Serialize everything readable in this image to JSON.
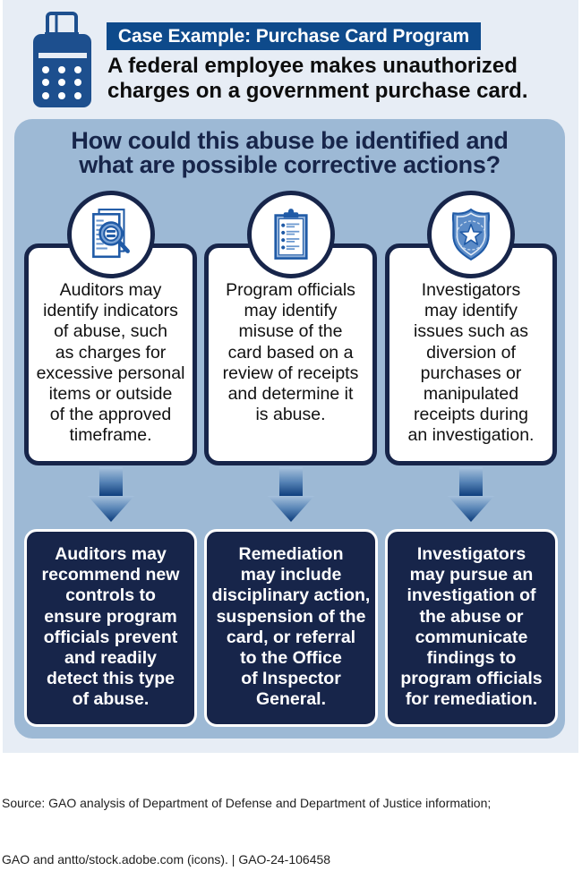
{
  "theme": {
    "outer_bg": "#e7edf5",
    "panel": "#9db9d5",
    "navy": "#17254a",
    "label_bg": "#0e4a8b",
    "icon_blue": "#1d4f8e"
  },
  "header": {
    "icon": "card-reader-icon",
    "label": "Case Example: Purchase Card Program",
    "subtitle_lines": [
      "A federal employee makes unauthorized",
      "charges on a government purchase card."
    ]
  },
  "question": {
    "lines": [
      "How could this abuse be identified and",
      "what are possible corrective actions?"
    ]
  },
  "identification": [
    {
      "icon": "document-magnifier-icon",
      "lines": [
        "Auditors may",
        "identify indicators",
        "of abuse, such",
        "as charges for",
        "excessive personal",
        "items or outside",
        "of the approved",
        "timeframe."
      ]
    },
    {
      "icon": "clipboard-checklist-icon",
      "lines": [
        "Program officials",
        "may identify",
        "misuse of the",
        "card based on a",
        "review of receipts",
        "and determine it",
        "is abuse."
      ]
    },
    {
      "icon": "police-badge-icon",
      "lines": [
        "Investigators",
        "may identify",
        "issues such as",
        "diversion of",
        "purchases or",
        "manipulated",
        "receipts during",
        "an investigation."
      ]
    }
  ],
  "corrective_actions": [
    {
      "lines": [
        "Auditors may",
        "recommend new",
        "controls to",
        "ensure program",
        "officials prevent",
        "and readily",
        "detect this type",
        "of abuse."
      ]
    },
    {
      "lines": [
        "Remediation",
        "may include",
        "disciplinary action,",
        "suspension of the",
        "card, or referral",
        "to the Office",
        "of Inspector",
        "General."
      ]
    },
    {
      "lines": [
        "Investigators",
        "may pursue an",
        "investigation of",
        "the abuse or",
        "communicate",
        "findings to",
        "program officials",
        "for remediation."
      ]
    }
  ],
  "source": {
    "lines": [
      "Source: GAO analysis of Department of Defense and Department of Justice information;",
      "GAO and antto/stock.adobe.com (icons).  |  GAO-24-106458"
    ]
  }
}
